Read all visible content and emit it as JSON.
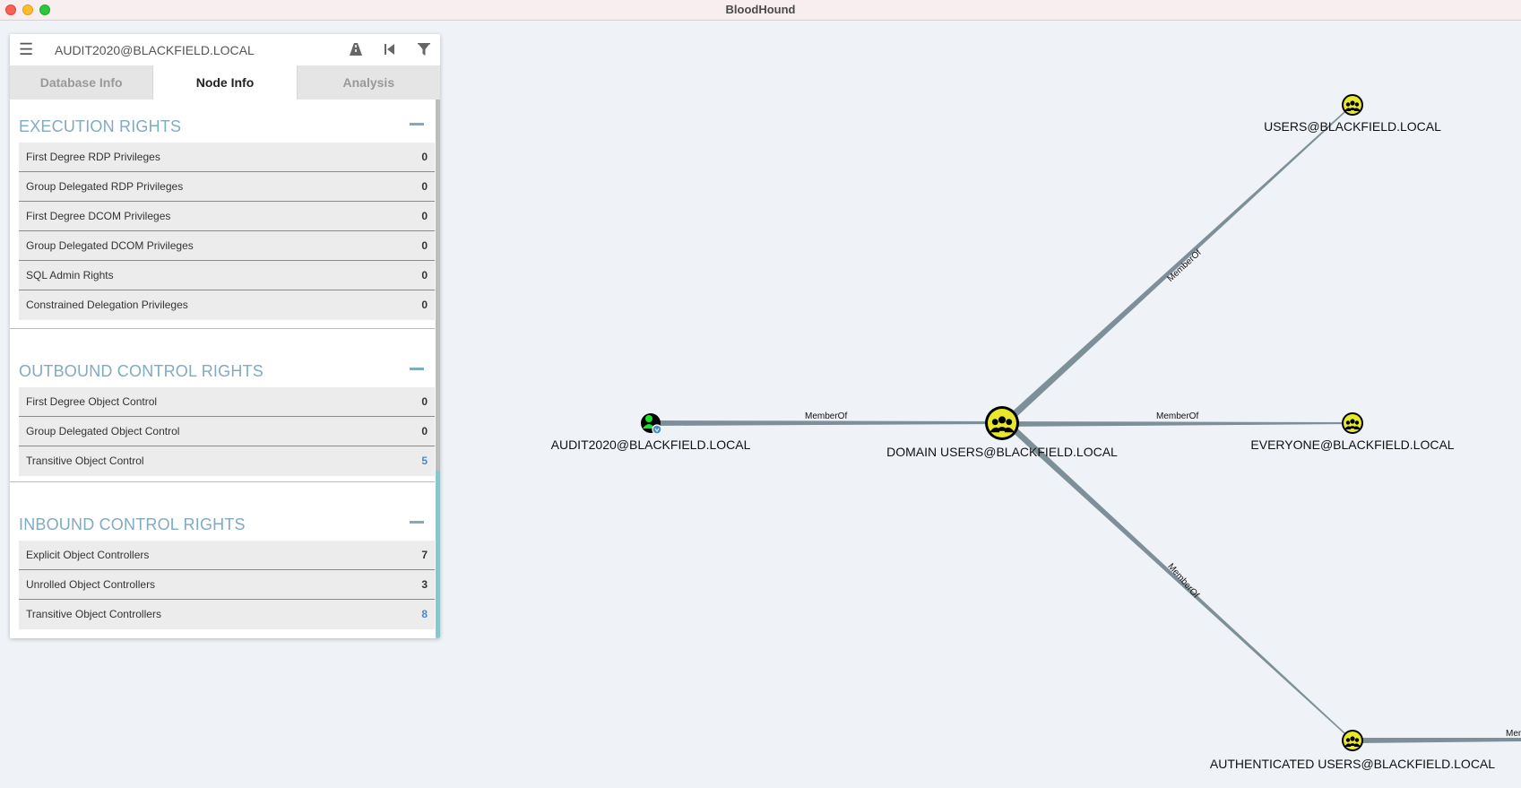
{
  "window": {
    "title": "BloodHound"
  },
  "search": {
    "value": "AUDIT2020@BLACKFIELD.LOCAL"
  },
  "tabs": [
    {
      "label": "Database Info"
    },
    {
      "label": "Node Info"
    },
    {
      "label": "Analysis"
    }
  ],
  "sections": {
    "execution": {
      "title": "EXECUTION RIGHTS",
      "rows": [
        {
          "label": "First Degree RDP Privileges",
          "value": "0"
        },
        {
          "label": "Group Delegated RDP Privileges",
          "value": "0"
        },
        {
          "label": "First Degree DCOM Privileges",
          "value": "0"
        },
        {
          "label": "Group Delegated DCOM Privileges",
          "value": "0"
        },
        {
          "label": "SQL Admin Rights",
          "value": "0"
        },
        {
          "label": "Constrained Delegation Privileges",
          "value": "0"
        }
      ]
    },
    "outbound": {
      "title": "OUTBOUND CONTROL RIGHTS",
      "rows": [
        {
          "label": "First Degree Object Control",
          "value": "0"
        },
        {
          "label": "Group Delegated Object Control",
          "value": "0"
        },
        {
          "label": "Transitive Object Control",
          "value": "5"
        }
      ]
    },
    "inbound": {
      "title": "INBOUND CONTROL RIGHTS",
      "rows": [
        {
          "label": "Explicit Object Controllers",
          "value": "7"
        },
        {
          "label": "Unrolled Object Controllers",
          "value": "3"
        },
        {
          "label": "Transitive Object Controllers",
          "value": "8"
        }
      ]
    }
  },
  "graph": {
    "nodes": {
      "audit": "AUDIT2020@BLACKFIELD.LOCAL",
      "domain_users": "DOMAIN USERS@BLACKFIELD.LOCAL",
      "users": "USERS@BLACKFIELD.LOCAL",
      "everyone": "EVERYONE@BLACKFIELD.LOCAL",
      "authenticated": "AUTHENTICATED USERS@BLACKFIELD.LOCAL"
    },
    "edge_label": "MemberOf",
    "edge_label_cut": "Mem",
    "colors": {
      "edge": "#7d8f99",
      "group_fill": "#e8e82b",
      "user_fill": "#17e625",
      "node_ring": "#000000"
    }
  }
}
